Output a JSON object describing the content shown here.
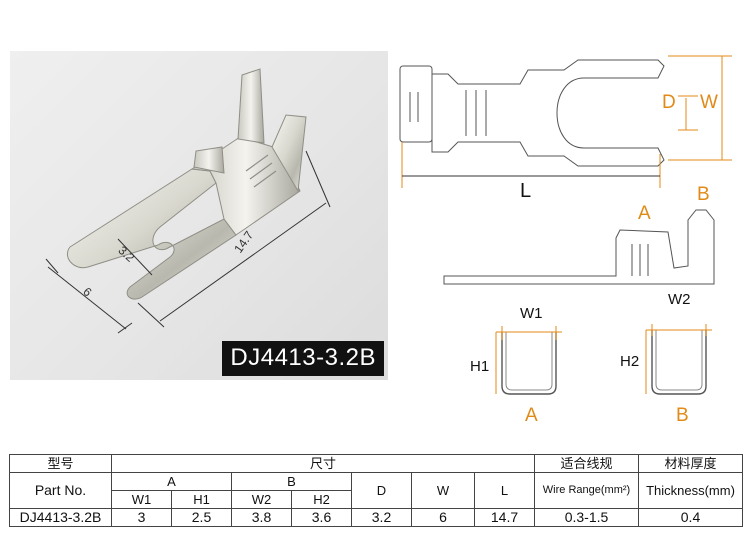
{
  "photo": {
    "model_label": "DJ4413-3.2B",
    "dim_width": "6",
    "dim_gap": "3.2",
    "dim_length": "14.7"
  },
  "drawing": {
    "top_view": {
      "d_label": "D",
      "w_label": "W",
      "l_label": "L"
    },
    "side_view": {
      "a_label": "A",
      "b_label": "B"
    },
    "section_a": {
      "w_label": "W1",
      "h_label": "H1",
      "name": "A"
    },
    "section_b": {
      "w_label": "W2",
      "h_label": "H2",
      "name": "B"
    }
  },
  "table": {
    "header_cn": {
      "model": "型号",
      "size": "尺寸",
      "wire": "适合线规",
      "thickness": "材料厚度"
    },
    "header_en": {
      "part_no": "Part No.",
      "group_a": "A",
      "group_b": "B",
      "d": "D",
      "w": "W",
      "l": "L",
      "wire_range": "Wire Range(mm²)",
      "thickness": "Thickness(mm)"
    },
    "subheaders": {
      "w1": "W1",
      "h1": "H1",
      "w2": "W2",
      "h2": "H2"
    },
    "row": {
      "part_no": "DJ4413-3.2B",
      "w1": "3",
      "h1": "2.5",
      "w2": "3.8",
      "h2": "3.6",
      "d": "3.2",
      "w": "6",
      "l": "14.7",
      "wire_range": "0.3-1.5",
      "thickness": "0.4"
    }
  }
}
